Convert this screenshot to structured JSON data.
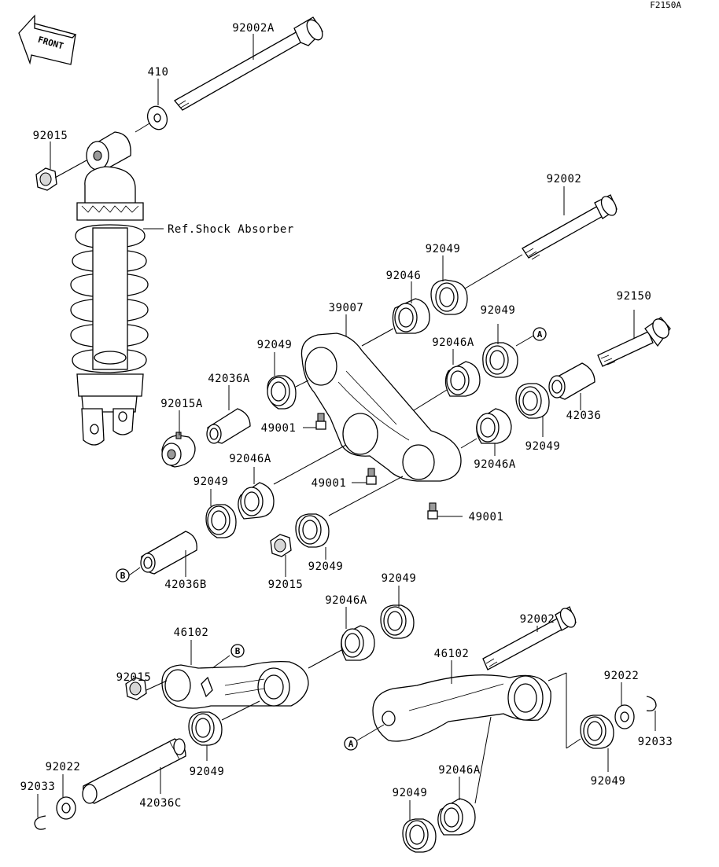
{
  "figure_code": "F2150A",
  "front_label": "FRONT",
  "ref_label": "Ref.Shock Absorber",
  "labels": {
    "p92002A": "92002A",
    "p410": "410",
    "p92015_top": "92015",
    "p92002_top": "92002",
    "p92049_a": "92049",
    "p92046": "92046",
    "p39007": "39007",
    "p92049_b": "92049",
    "p92150": "92150",
    "p92046A_a": "92046A",
    "p92049_c": "92049",
    "p42036A": "42036A",
    "p92015A": "92015A",
    "p49001_a": "49001",
    "p42036": "42036",
    "p92049_d": "92049",
    "p92046A_b": "92046A",
    "p92046A_c": "92046A",
    "p49001_b": "49001",
    "p92049_e": "92049",
    "p49001_c": "49001",
    "p42036B": "42036B",
    "p92015_mid": "92015",
    "p92049_f": "92049",
    "p92049_g": "92049",
    "p92046A_d": "92046A",
    "p92002_low": "92002",
    "p46102_a": "46102",
    "p46102_b": "46102",
    "p92015_low": "92015",
    "p92022_r": "92022",
    "p92033_r": "92033",
    "p92049_h": "92049",
    "p92049_i": "92049",
    "p92022_l": "92022",
    "p92033_l": "92033",
    "p42036C": "42036C",
    "p92046A_e": "92046A",
    "p92049_j": "92049"
  },
  "markers": {
    "A": "A",
    "B": "B"
  }
}
